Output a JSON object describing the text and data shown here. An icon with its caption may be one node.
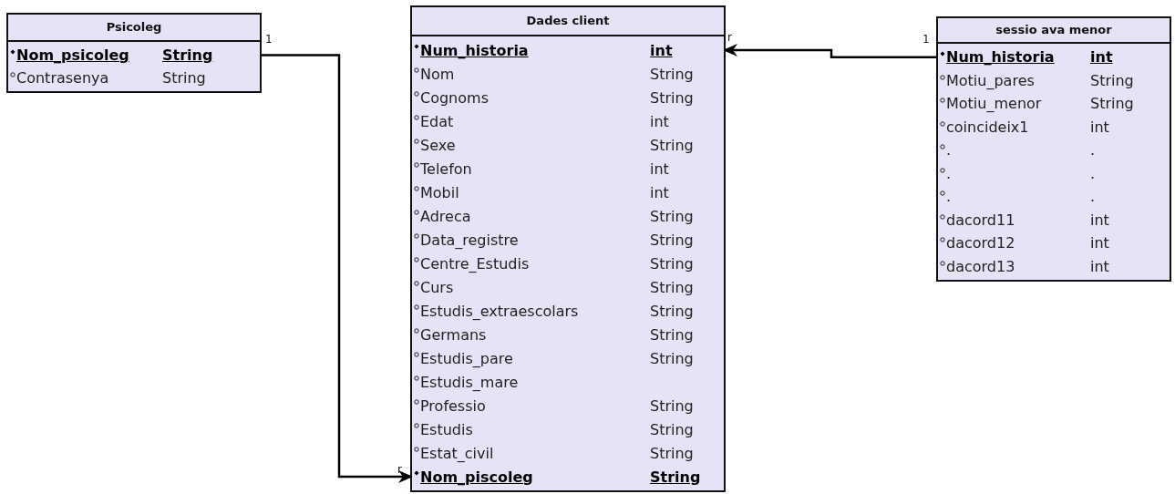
{
  "diagram": {
    "nodes": [
      {
        "text": [
          "Psicoleg"
        ]
      },
      {
        "text": [
          "Nom_psicoleg",
          "String"
        ],
        "in": 0
      },
      {
        "text": [
          "Contrasenya",
          "String"
        ],
        "in": 0
      },
      {
        "text": [
          "Dades client"
        ]
      },
      {
        "text": [
          "Num_historia",
          "int"
        ],
        "in": 3
      },
      {
        "text": [
          "Nom",
          "String"
        ],
        "in": 3
      },
      {
        "text": [
          "Cognoms",
          "String"
        ],
        "in": 3
      },
      {
        "text": [
          "Edat",
          "int"
        ],
        "in": 3
      },
      {
        "text": [
          "Sexe",
          "String"
        ],
        "in": 3
      },
      {
        "text": [
          "Telefon",
          "int"
        ],
        "in": 3
      },
      {
        "text": [
          "Mobil",
          "int"
        ],
        "in": 3
      },
      {
        "text": [
          "Adreca",
          "String"
        ],
        "in": 3
      },
      {
        "text": [
          "Data_registre",
          "String"
        ],
        "in": 3
      },
      {
        "text": [
          "Centre_Estudis",
          "String"
        ],
        "in": 3
      },
      {
        "text": [
          "Curs",
          "String"
        ],
        "in": 3
      },
      {
        "text": [
          "Estudis_extraescolars",
          "String"
        ],
        "in": 3
      },
      {
        "text": [
          "Germans",
          "String"
        ],
        "in": 3
      },
      {
        "text": [
          "Estudis_pare",
          "String"
        ],
        "in": 3
      },
      {
        "text": [
          "Estudis_mare"
        ],
        "in": 3
      },
      {
        "text": [
          "Professio",
          "String"
        ],
        "in": 3
      },
      {
        "text": [
          "Estudis",
          "String"
        ],
        "in": 3
      },
      {
        "text": [
          "Estat_civil",
          "String"
        ],
        "in": 3
      },
      {
        "text": [
          "Nom_piscoleg",
          "String"
        ],
        "in": 3
      },
      {
        "text": [
          "sessio ava menor"
        ]
      },
      {
        "text": [
          "Num_historia",
          "int"
        ],
        "in": 23
      },
      {
        "text": [
          "Motiu_pares",
          "String"
        ],
        "in": 23
      },
      {
        "text": [
          "Motiu_menor",
          "String"
        ],
        "in": 23
      },
      {
        "text": [
          "coincideix1",
          "int"
        ],
        "in": 23
      },
      {
        "text": [
          ".",
          "."
        ],
        "in": 23
      },
      {
        "text": [
          ".",
          "."
        ],
        "in": 23
      },
      {
        "text": [
          ".",
          "."
        ],
        "in": 23
      },
      {
        "text": [
          "dacord11",
          "int"
        ],
        "in": 23
      },
      {
        "text": [
          "dacord12",
          "int"
        ],
        "in": 23
      },
      {
        "text": [
          "dacord13",
          "int"
        ],
        "in": 23
      }
    ],
    "edges": [
      {
        "from": 1,
        "to": 22,
        "arrow": "to"
      },
      {
        "from": 24,
        "to": 4,
        "arrow": "to"
      }
    ],
    "labels": [
      "1",
      "r",
      "1",
      "r"
    ]
  }
}
